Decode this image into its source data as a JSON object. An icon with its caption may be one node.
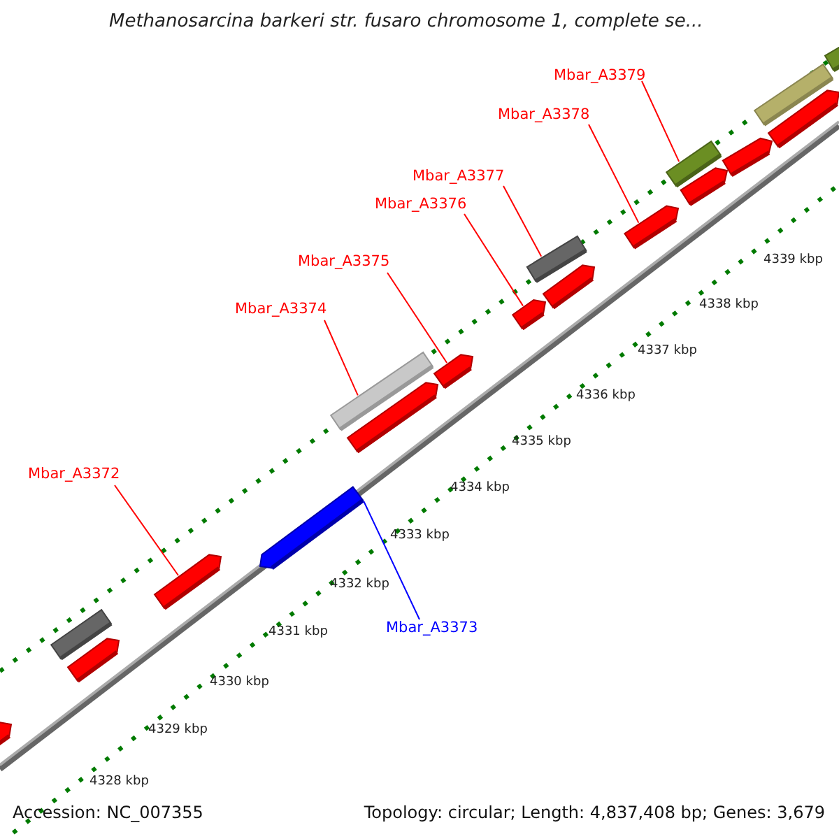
{
  "diagram": {
    "title": "Methanosarcina barkeri str. fusaro chromosome 1, complete se...",
    "nodes": [
      {
        "text": [
          "Mbar_A3379"
        ]
      },
      {
        "text": [
          "Mbar_A3378"
        ]
      },
      {
        "text": [
          "Mbar_A3377"
        ]
      },
      {
        "text": [
          "Mbar_A3376"
        ]
      },
      {
        "text": [
          "Mbar_A3375"
        ]
      },
      {
        "text": [
          "Mbar_A3374"
        ]
      },
      {
        "text": [
          "Mbar_A3372"
        ]
      },
      {
        "text": [
          "Mbar_A3373"
        ]
      },
      {
        "text": [],
        "shape": "bar"
      },
      {
        "text": [],
        "shape": "bar"
      },
      {
        "text": [],
        "shape": "bar"
      },
      {
        "text": [],
        "shape": "bar"
      },
      {
        "text": [],
        "shape": "bar"
      },
      {
        "text": [],
        "shape": "bar"
      },
      {
        "text": [],
        "shape": "bar"
      },
      {
        "text": [],
        "shape": "bar"
      },
      {
        "text": [],
        "shape": "bar"
      },
      {
        "text": [],
        "shape": "bar"
      },
      {
        "text": [],
        "shape": "bar"
      },
      {
        "text": [],
        "shape": "bar"
      },
      {
        "text": [],
        "shape": "bar"
      },
      {
        "text": [],
        "shape": "bar"
      },
      {
        "text": [],
        "shape": "bar"
      },
      {
        "text": [],
        "shape": "bar"
      },
      {
        "text": [],
        "shape": "bar"
      },
      {
        "text": [],
        "shape": "bar"
      }
    ],
    "edges": [
      {
        "from": 0,
        "to": 20,
        "arrow": "none"
      },
      {
        "from": 1,
        "to": 19,
        "arrow": "none"
      },
      {
        "from": 2,
        "to": 17,
        "arrow": "none"
      },
      {
        "from": 3,
        "to": 16,
        "arrow": "none"
      },
      {
        "from": 4,
        "to": 15,
        "arrow": "none"
      },
      {
        "from": 5,
        "to": 13,
        "arrow": "none"
      },
      {
        "from": 6,
        "to": 11,
        "arrow": "none"
      },
      {
        "from": 7,
        "to": 12,
        "arrow": "none",
        "color": "#0000ff"
      }
    ],
    "labels": [
      "4339 kbp",
      "4338 kbp",
      "4337 kbp",
      "4336 kbp",
      "4335 kbp",
      "4334 kbp",
      "4333 kbp",
      "4332 kbp",
      "4331 kbp",
      "4330 kbp",
      "4329 kbp",
      "4328 kbp",
      "Accession: NC_007355",
      "Topology: circular; Length: 4,837,408 bp; Genes: 3,679"
    ]
  }
}
